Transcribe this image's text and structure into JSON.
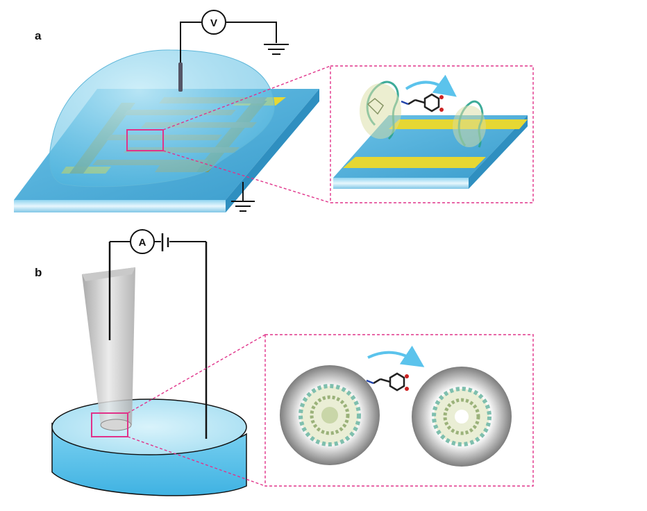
{
  "panels": [
    {
      "label": "a",
      "meter": "V"
    },
    {
      "label": "b",
      "meter": "A"
    }
  ],
  "colors": {
    "substrate": "#4fb2dc",
    "electrode_gold": "#e6d733",
    "droplet": "#7fd0ea",
    "zoom_box": "#e0338a",
    "arrow": "#5bc3ec",
    "pore_ring": "#8a8a8a",
    "wire": "#111111"
  },
  "icons": [
    "voltmeter-icon",
    "ammeter-icon",
    "ground-icon",
    "battery-icon",
    "molecule-icon",
    "curved-arrow-icon"
  ]
}
